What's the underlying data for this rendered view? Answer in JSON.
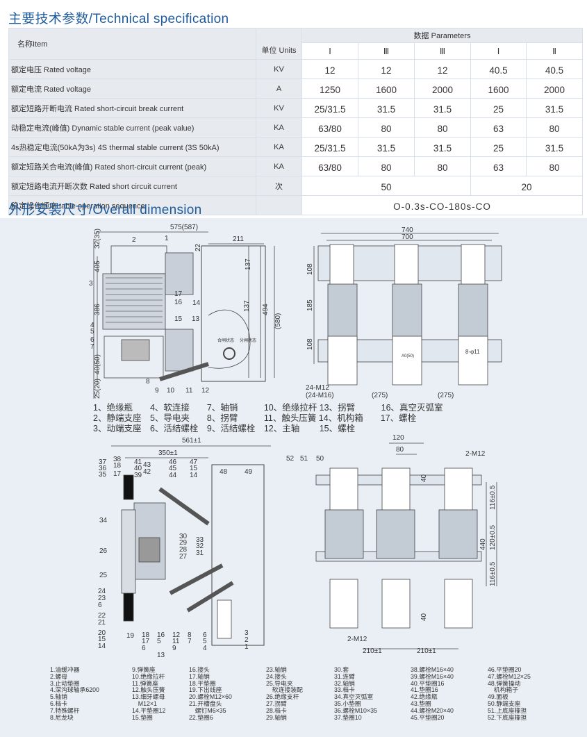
{
  "headings": {
    "tech": "主要技术参数/Technical specification",
    "dim": "外形安装尺寸/Overall dimension"
  },
  "table": {
    "item_header": "名称Item",
    "unit_header": "单位 Units",
    "params_header": "数据 Parameters",
    "param_cols": [
      "Ⅰ",
      "Ⅲ",
      "Ⅲ",
      "Ⅰ",
      "Ⅱ"
    ],
    "rows": [
      {
        "name": "额定电压 Rated voltage",
        "unit": "KV",
        "values": [
          "12",
          "12",
          "12",
          "40.5",
          "40.5"
        ]
      },
      {
        "name": "额定电流 Rated voltage",
        "unit": "A",
        "values": [
          "1250",
          "1600",
          "2000",
          "1600",
          "2000"
        ]
      },
      {
        "name": "额定短路开断电流 Rated short-circuit break current",
        "unit": "KV",
        "values": [
          "25/31.5",
          "31.5",
          "31.5",
          "25",
          "31.5"
        ]
      },
      {
        "name": "动稳定电流(峰值)  Dynamic stable current (peak value)",
        "unit": "KA",
        "values": [
          "63/80",
          "80",
          "80",
          "63",
          "80"
        ]
      },
      {
        "name": "4s热稳定电流(50kA为3s) 4S thermal stable current (3S 50kA)",
        "unit": "KA",
        "values": [
          "25/31.5",
          "31.5",
          "31.5",
          "25",
          "31.5"
        ]
      },
      {
        "name": "额定短路关合电流(峰值) Rated short-circuit current (peak)",
        "unit": "KA",
        "values": [
          "63/80",
          "80",
          "80",
          "63",
          "80"
        ]
      }
    ],
    "break_count": {
      "name": "额定短路电流开断次数 Rated short circuit current",
      "unit": "次",
      "v1": "50",
      "v2": "20"
    },
    "sequence": {
      "name": "稳定操作顺序 table operation sequence",
      "value": "O-0.3s-CO-180s-CO"
    }
  },
  "drawing1": {
    "dims": [
      "575(587)",
      "211",
      "137",
      "137",
      "494",
      "(580)",
      "386",
      "22",
      "32(35)",
      "405",
      "40(50)",
      "25(20)"
    ],
    "callouts": [
      "1",
      "2",
      "3",
      "4",
      "5",
      "6",
      "7",
      "8",
      "9",
      "10",
      "11",
      "12",
      "13",
      "14",
      "15",
      "16",
      "17"
    ],
    "labels": [
      "合闸状态",
      "分闸状态"
    ]
  },
  "drawing2": {
    "dims": [
      "740",
      "700",
      "108",
      "185",
      "108",
      "(275)",
      "(275)",
      "24-M12",
      "(24-M16)",
      "A0(50)",
      "8-φ11"
    ]
  },
  "legend1": [
    "1、绝缘瓶　　4、软连接　　7、轴销　　　10、绝缘拉杆 13、拐臂　　　16、真空灭弧室",
    "2、静端支座　5、导电夹　　8、拐臂　　　11、触头压簧 14、机构箱　　17、螺栓",
    "3、动端支座　6、活结螺栓　9、活结螺栓　12、主轴　　 15、螺栓"
  ],
  "drawing3": {
    "dims": [
      "561±1",
      "350±1"
    ],
    "callouts": [
      "37",
      "36",
      "35",
      "38",
      "17",
      "18",
      "41",
      "40",
      "39",
      "43",
      "42",
      "46",
      "45",
      "44",
      "47",
      "15",
      "14",
      "48",
      "49",
      "34",
      "26",
      "30",
      "29",
      "28",
      "27",
      "33",
      "32",
      "31",
      "25",
      "24",
      "23",
      "6",
      "22",
      "21",
      "20",
      "19",
      "15",
      "14",
      "18",
      "17",
      "6",
      "16",
      "12",
      "5",
      "13",
      "11",
      "8",
      "7",
      "9",
      "6",
      "5",
      "4",
      "3",
      "2",
      "1"
    ]
  },
  "drawing4": {
    "dims": [
      "120",
      "80",
      "2-M12",
      "116±0.5",
      "120±0.5",
      "116±0.5",
      "440",
      "40",
      "40",
      "2-M12",
      "210±1",
      "210±1"
    ],
    "callouts": [
      "52",
      "51",
      "50"
    ]
  },
  "legend2": [
    [
      "1.油缓冲器",
      "2.螺母",
      "3.止动垫圈",
      "4.深沟球轴承6200",
      "5.轴销",
      "6.档卡",
      "7.特殊螺杆",
      "8.尼龙块"
    ],
    [
      "9.弹簧座",
      "10.绝缘拉杆",
      "11.弹簧座",
      "12.触头压簧",
      "13.细牙螺母",
      "　M12×1",
      "14.平垫圈12",
      "15.垫圈"
    ],
    [
      "16.接头",
      "17.轴销",
      "18.平垫圈",
      "19.下出线座",
      "20.螺栓M12×60",
      "21.开槽盘头",
      "　螺钉M6×35",
      "22.垫圈6"
    ],
    [
      "23.轴销",
      "24.接头",
      "25.导电夹",
      "　软连接装配",
      "26.绝缘支杆",
      "27.拐臂",
      "28.档卡",
      "29.轴销"
    ],
    [
      "30.套",
      "31.连臂",
      "32.轴销",
      "33.档卡",
      "34.真空灭弧室",
      "35.小垫圈",
      "36.螺栓M10×35",
      "37.垫圈10"
    ],
    [
      "38.螺栓M16×40",
      "39.螺栓M16×40",
      "40.平垫圈16",
      "41.垫圈16",
      "42.绝缘瓶",
      "43.垫圈",
      "44.螺栓M20×40",
      "45.平垫圈20"
    ],
    [
      "46.平垫圈20",
      "47.螺栓M12×25",
      "48.弹簧操动",
      "　机构箱子",
      "49.面板",
      "50.静端支座",
      "51.上底座橡担",
      "52.下底座橡担"
    ]
  ],
  "colors": {
    "heading": "#1f5a9a",
    "panel": "#e9eff5",
    "header_cell": "#e7ebf0",
    "line": "#444444"
  }
}
